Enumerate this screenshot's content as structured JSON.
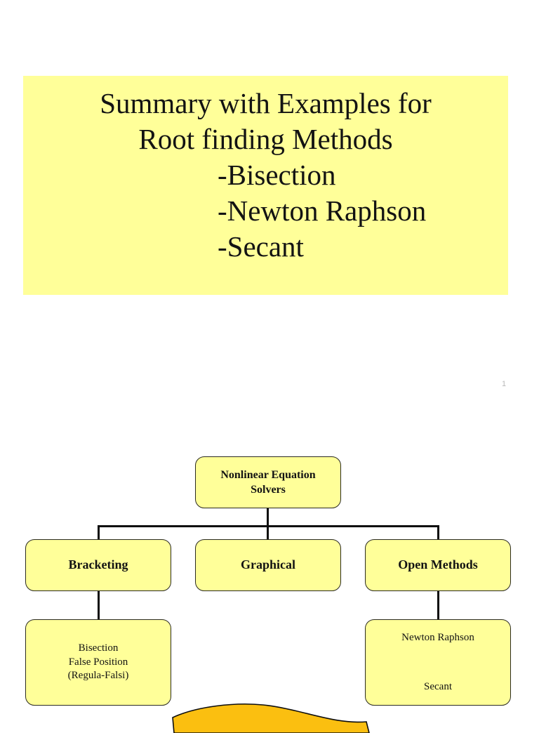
{
  "slide": {
    "title_box": {
      "background_color": "#ffff99",
      "lines": [
        {
          "text": "Summary with Examples for",
          "align": "centered"
        },
        {
          "text": "Root finding Methods",
          "align": "centered"
        },
        {
          "text": "-Bisection",
          "align": "indented"
        },
        {
          "text": "-Newton Raphson",
          "align": "indented"
        },
        {
          "text": "-Secant",
          "align": "indented"
        }
      ]
    },
    "page_number": "1"
  },
  "flowchart": {
    "node_fill_color": "#ffff99",
    "node_border_color": "#2b2a20",
    "connector_color": "#0d0d0d",
    "nodes": {
      "root": "Nonlinear Equation\nSolvers",
      "bracketing": "Bracketing",
      "graphical": "Graphical",
      "open_methods": "Open Methods",
      "bracketing_children": "Bisection\nFalse Position\n(Regula-Falsi)",
      "open_children": "Newton Raphson\n\nSecant"
    }
  },
  "decoration": {
    "ribbon_color": "#fbbf10",
    "ribbon_outline_color": "#0d0d0d"
  }
}
